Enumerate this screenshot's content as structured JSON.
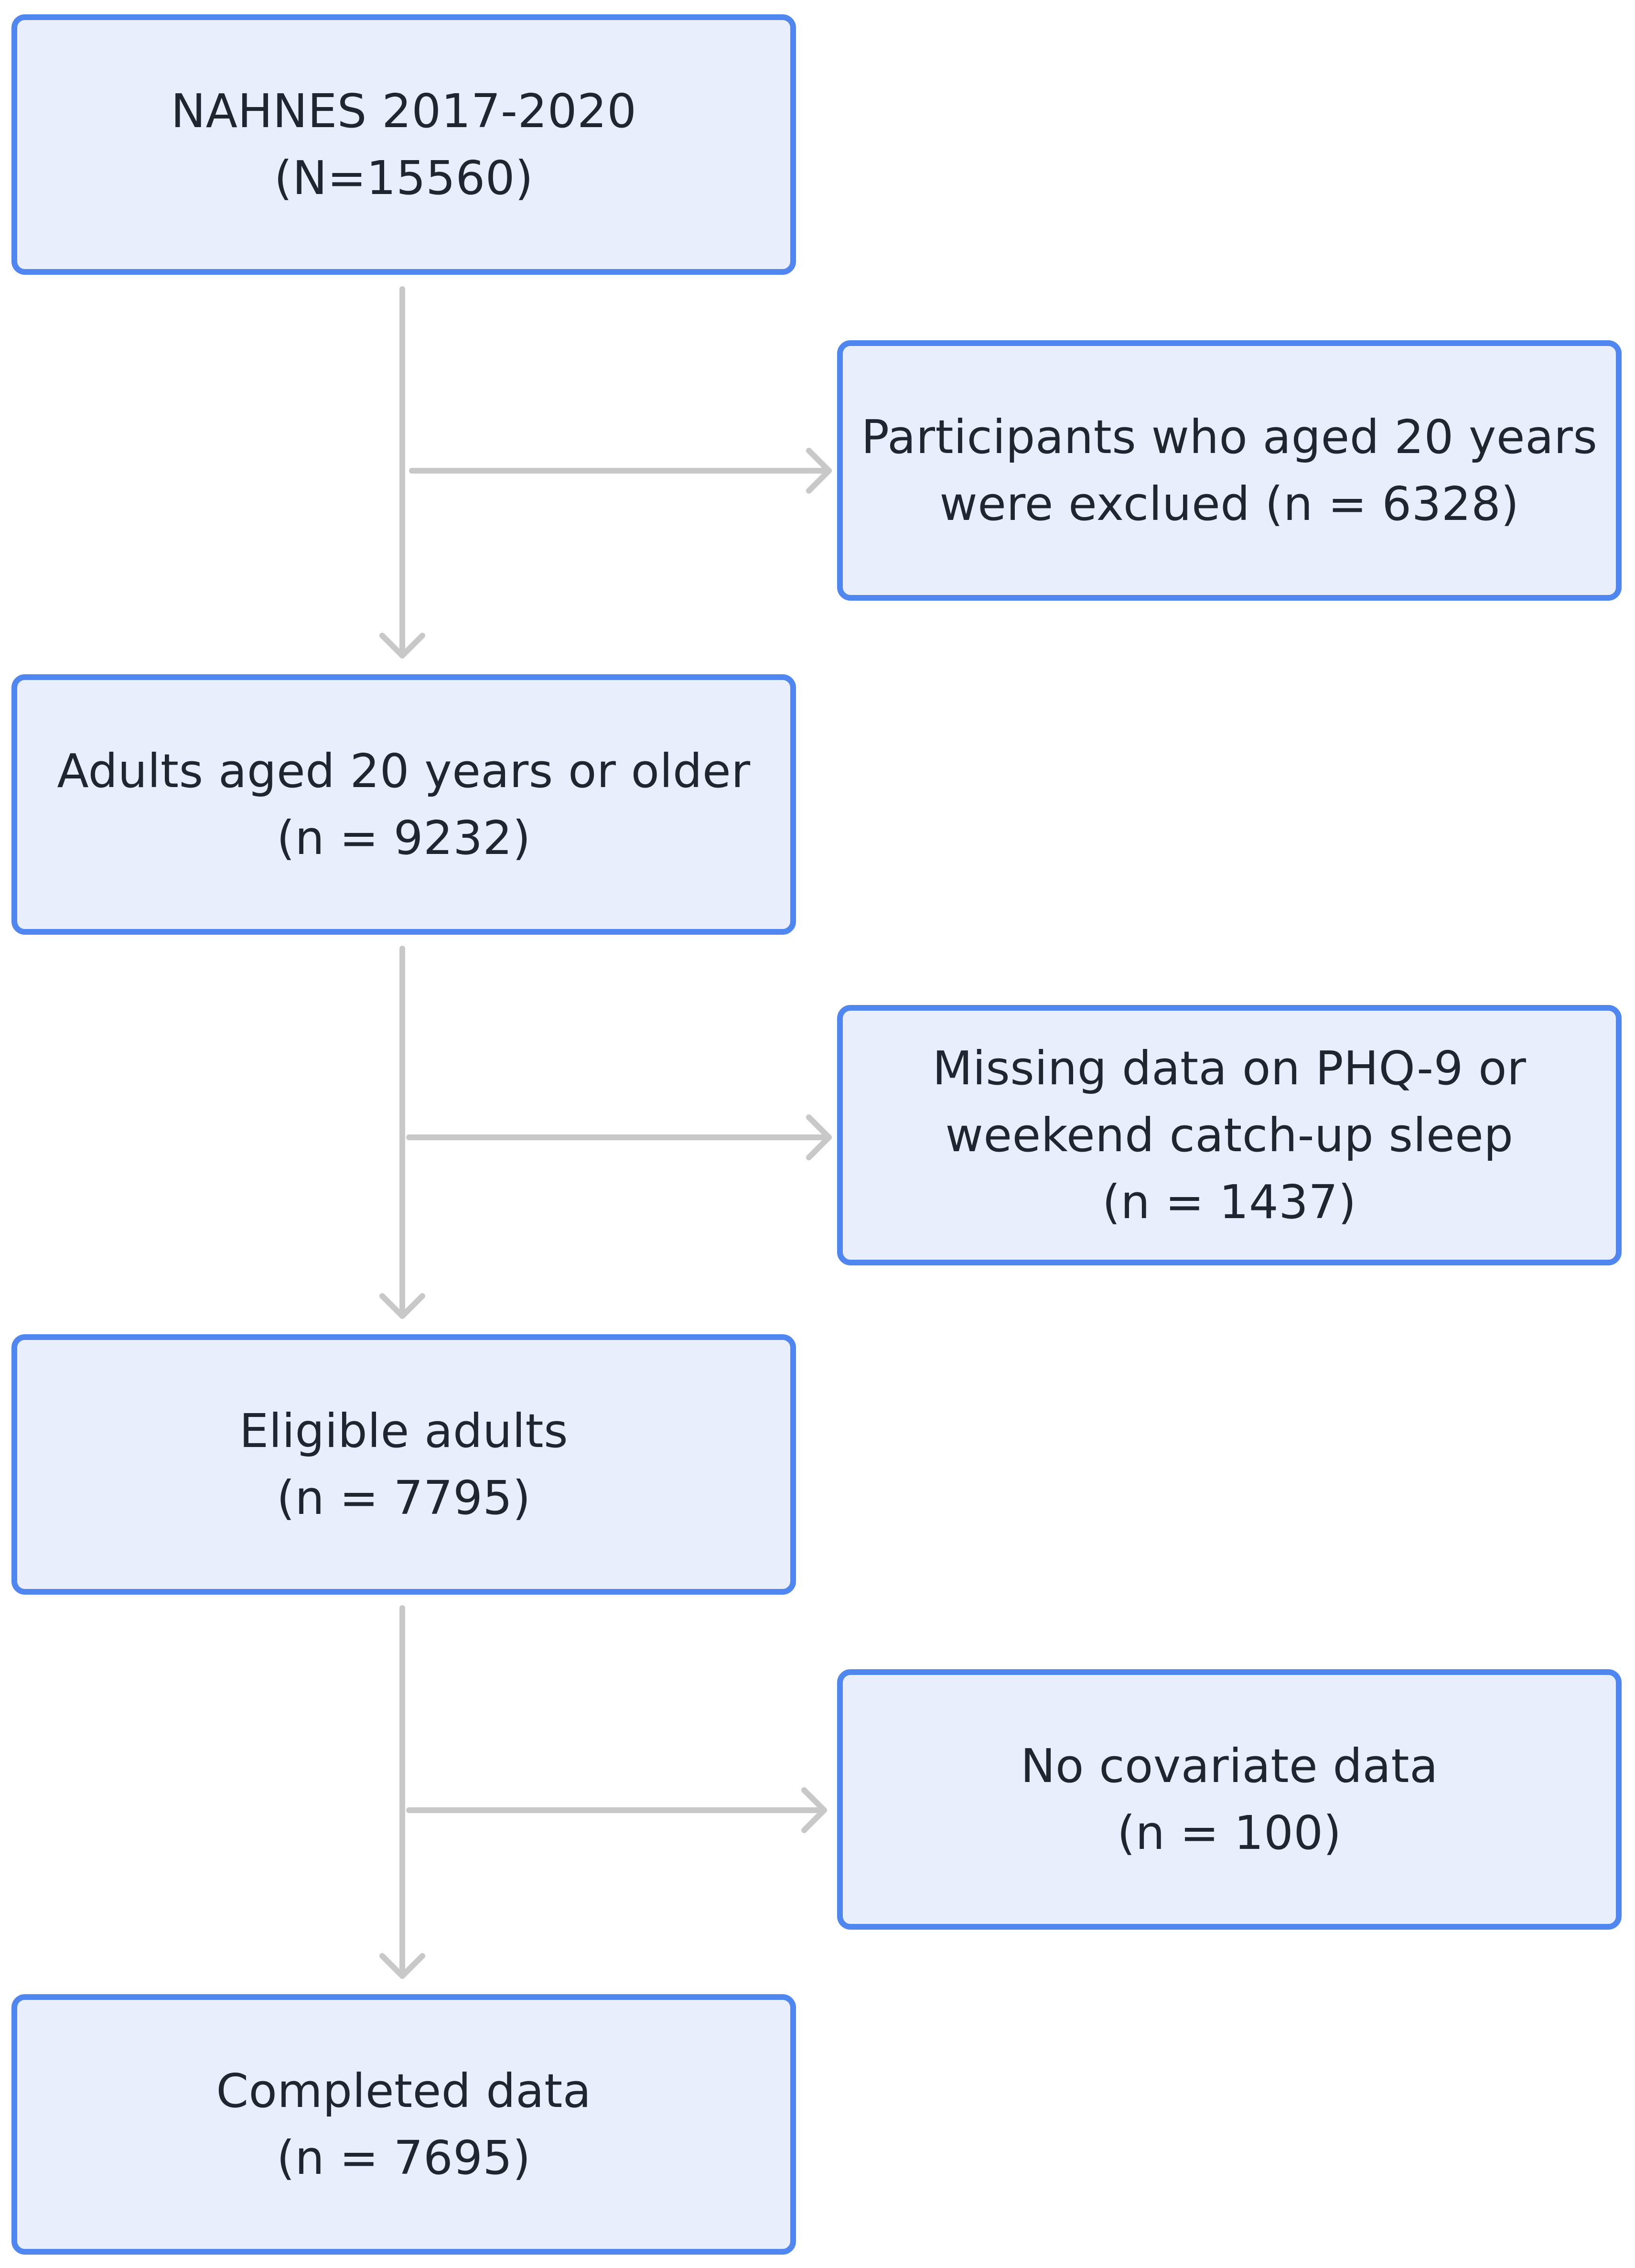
{
  "flowchart": {
    "steps": [
      {
        "lines": [
          "NAHNES 2017-2020",
          "(N=15560)"
        ]
      },
      {
        "lines": [
          "Adults aged 20 years or older",
          "(n = 9232)"
        ]
      },
      {
        "lines": [
          "Eligible adults",
          "(n = 7795)"
        ]
      },
      {
        "lines": [
          "Completed data",
          "(n = 7695)"
        ]
      }
    ],
    "exclusions": [
      {
        "lines": [
          "Participants who aged 20 years",
          "were exclued (n = 6328)"
        ]
      },
      {
        "lines": [
          "Missing data on PHQ-9 or",
          "weekend catch-up sleep",
          "(n = 1437)"
        ]
      },
      {
        "lines": [
          "No covariate data",
          "(n = 100)"
        ]
      }
    ],
    "colors": {
      "box_fill": "#e8eefc",
      "box_border": "#4f86ef",
      "connector": "#c8c8c8",
      "text": "#1f2630"
    }
  }
}
